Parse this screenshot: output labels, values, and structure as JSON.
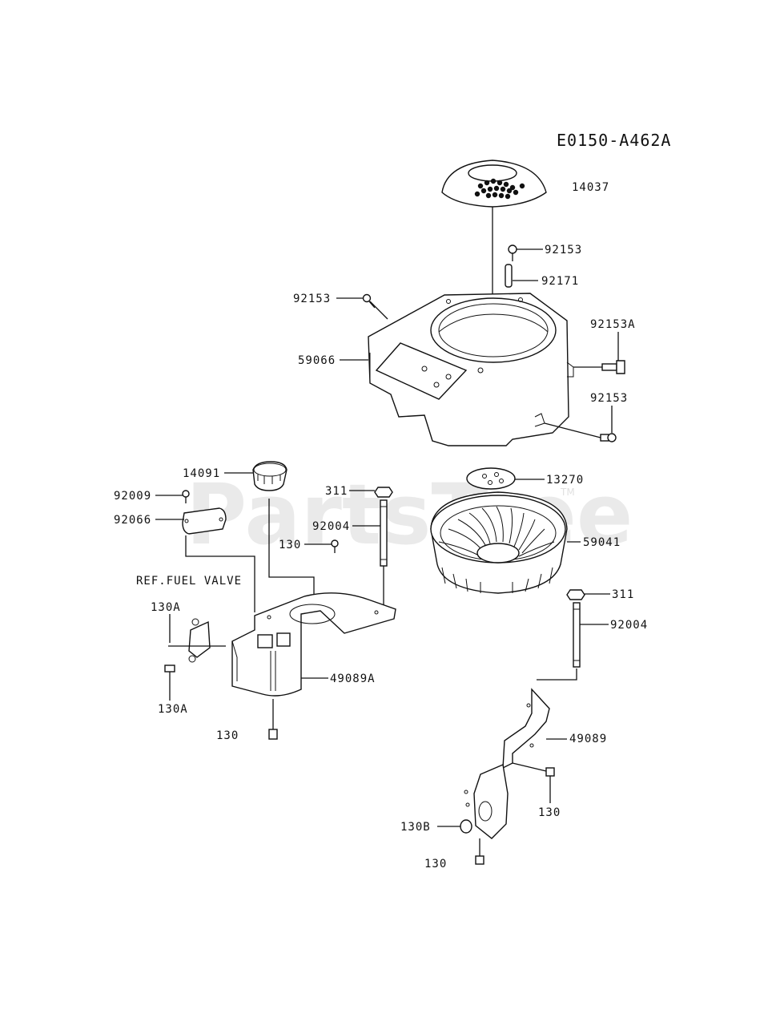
{
  "diagram_code": "E0150-A462A",
  "watermark": "PartsTree",
  "watermark_tm": "TM",
  "labels": {
    "p14037": "14037",
    "p92153_a": "92153",
    "p92171": "92171",
    "p92153_b": "92153",
    "p92153A": "92153A",
    "p59066": "59066",
    "p92153_c": "92153",
    "p14091": "14091",
    "p92009": "92009",
    "p92066": "92066",
    "p311_a": "311",
    "p92004_a": "92004",
    "p13270": "13270",
    "p130_a": "130",
    "p59041": "59041",
    "ref_fuel_valve": "REF.FUEL VALVE",
    "p130A_a": "130A",
    "p311_b": "311",
    "p92004_b": "92004",
    "p49089A": "49089A",
    "p130A_b": "130A",
    "p130_b": "130",
    "p49089": "49089",
    "p130_c": "130",
    "p130B": "130B",
    "p130_d": "130"
  }
}
